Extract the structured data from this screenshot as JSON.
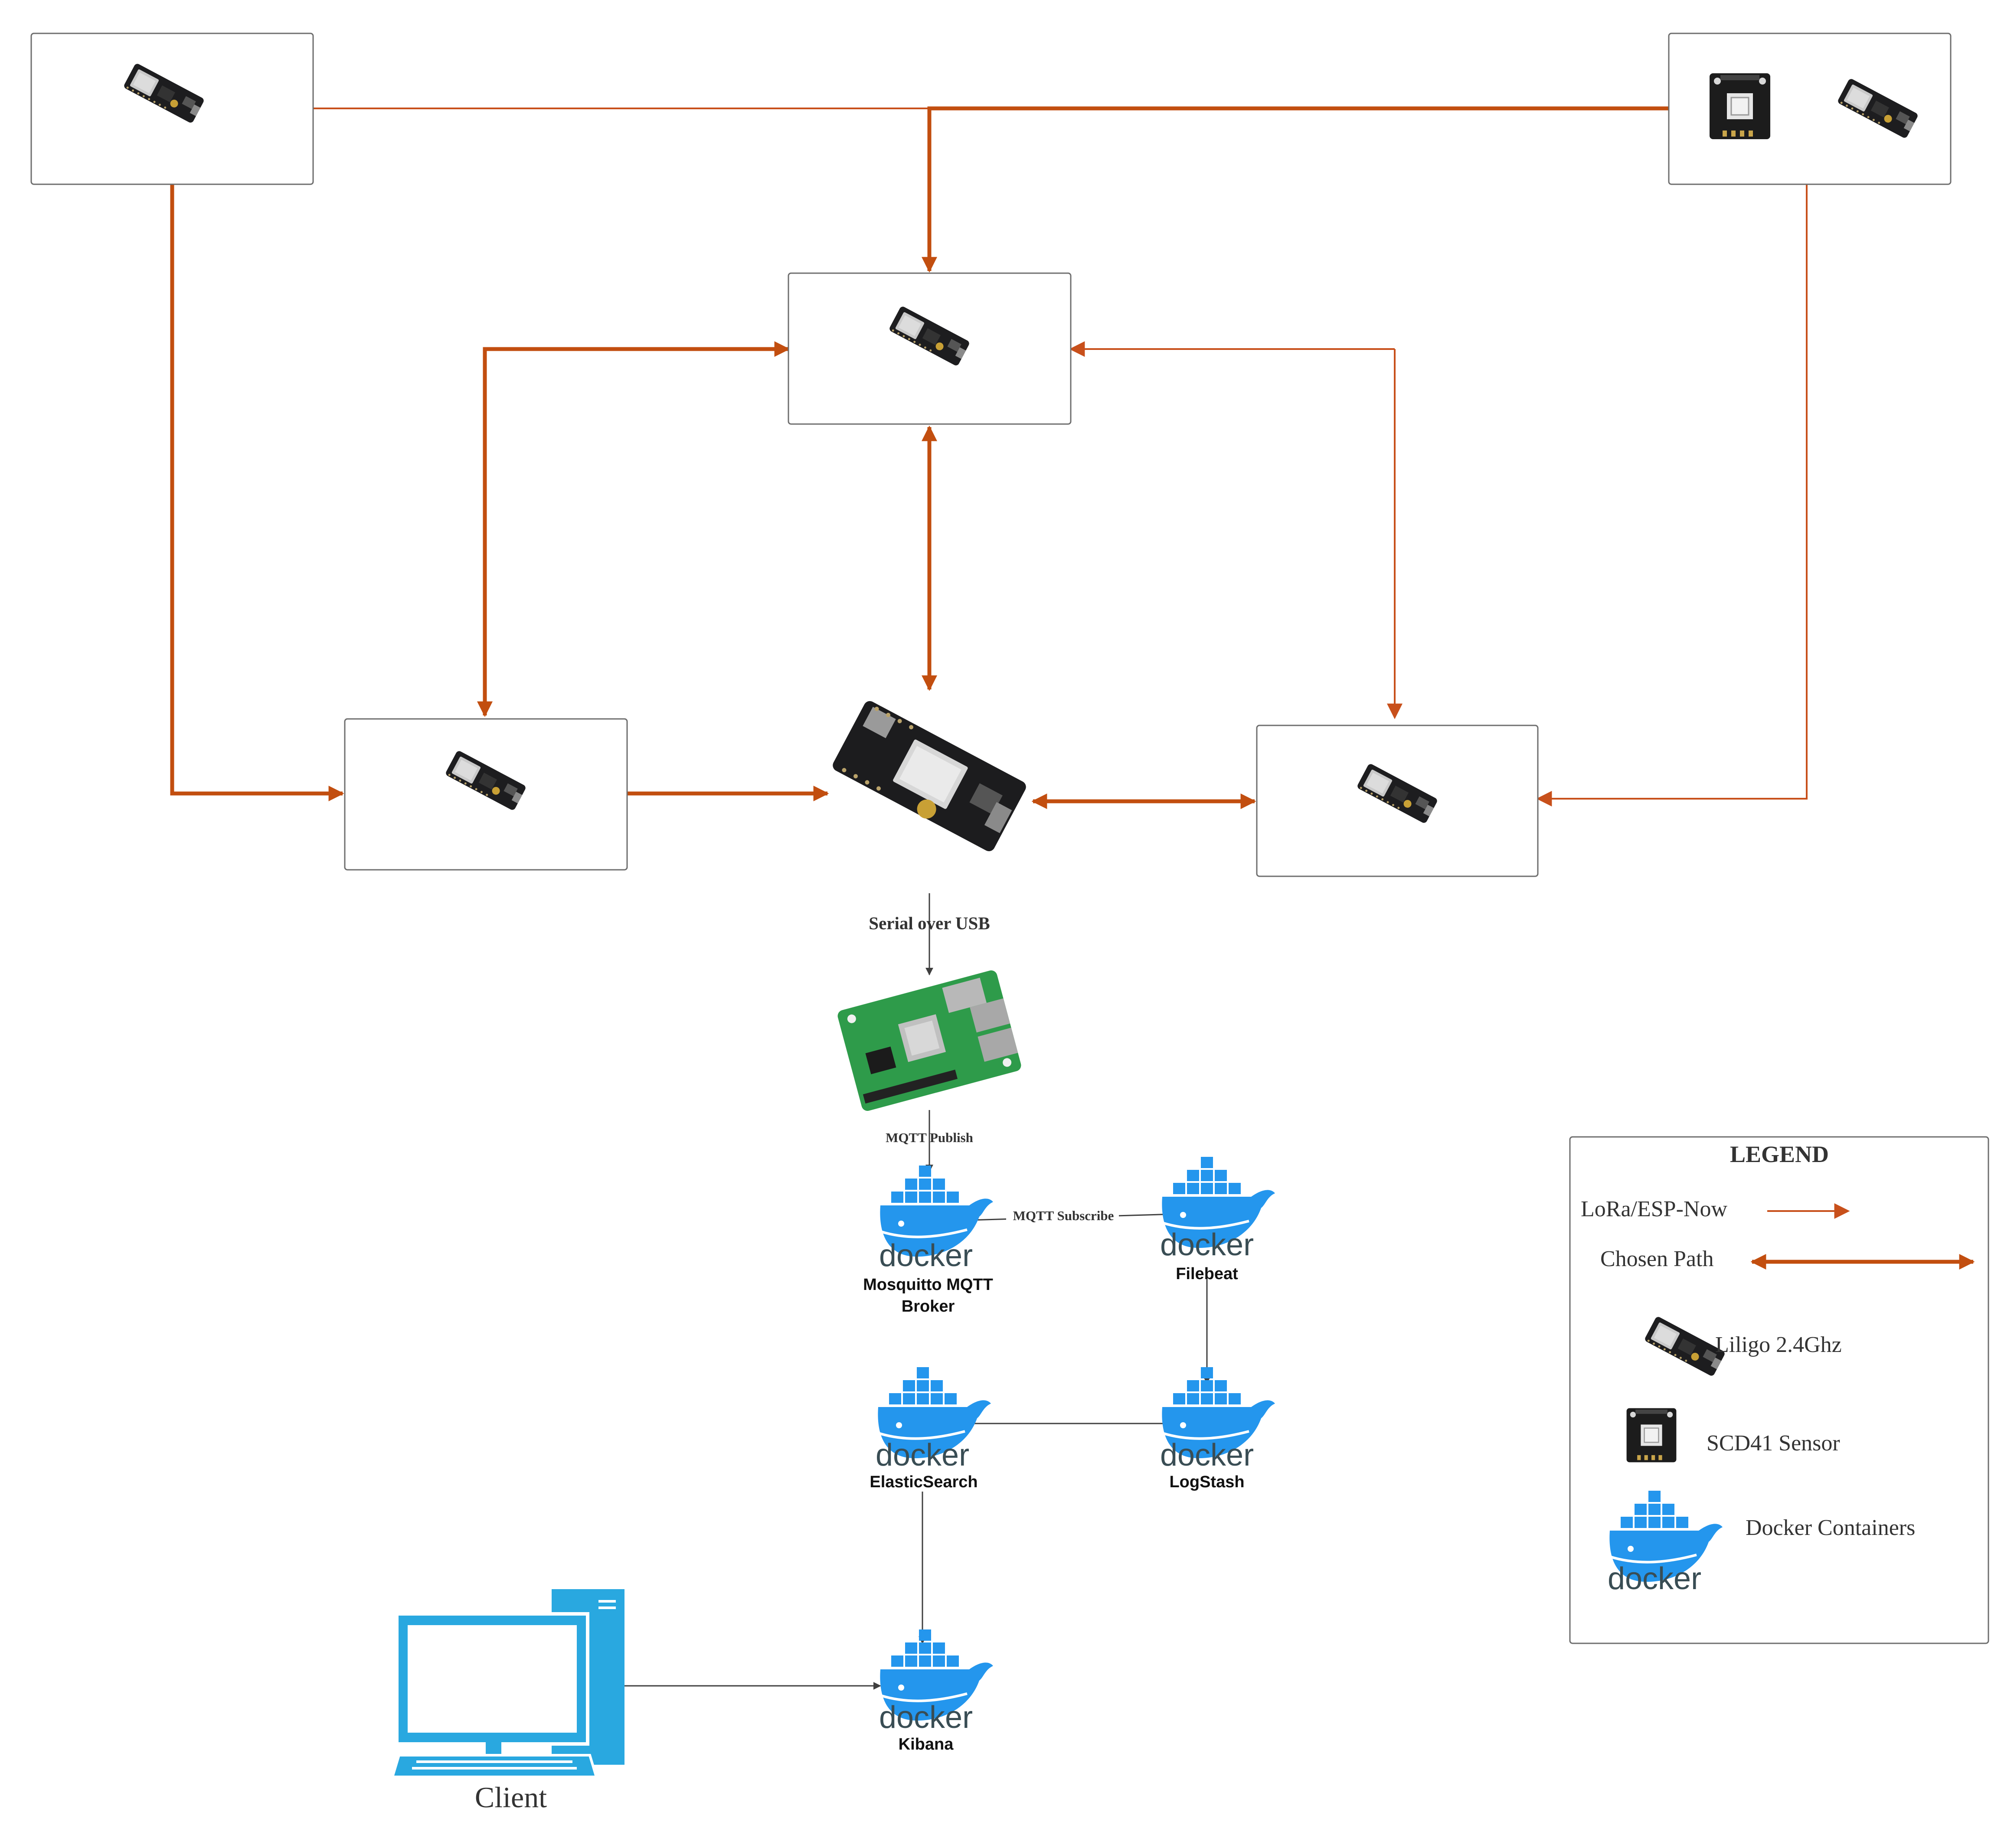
{
  "colors": {
    "lora": "#c8501b",
    "chosen": "#c24e0f",
    "docker": "#2496ed",
    "docker_dark": "#394d54",
    "line_gray": "#3f3f3f",
    "box_border": "#6e6e6e",
    "client_blue": "#29a8e0"
  },
  "labels": {
    "serial": "Serial over USB",
    "mqtt_publish": "MQTT Publish",
    "mqtt_subscribe": "MQTT Subscribe",
    "docker_word": "docker"
  },
  "containers": {
    "mosquitto": {
      "name_line1": "Mosquitto MQTT",
      "name_line2": "Broker"
    },
    "filebeat": {
      "name": "Filebeat"
    },
    "logstash": {
      "name": "LogStash"
    },
    "elasticsearch": {
      "name": "ElasticSearch"
    },
    "kibana": {
      "name": "Kibana"
    }
  },
  "client": {
    "label": "Client"
  },
  "legend": {
    "title": "LEGEND",
    "lora_label": "LoRa/ESP-Now",
    "chosen_label": "Chosen Path",
    "liligo_label": "Liligo 2.4Ghz",
    "scd41_label": "SCD41 Sensor",
    "docker_label": "Docker Containers"
  },
  "icons": {
    "node_board": "liligo-board-icon",
    "sensor": "scd41-sensor-icon",
    "gateway": "gateway-board-icon",
    "raspberry": "raspberry-pi-icon",
    "container": "docker-whale-icon",
    "client": "desktop-computer-icon"
  }
}
